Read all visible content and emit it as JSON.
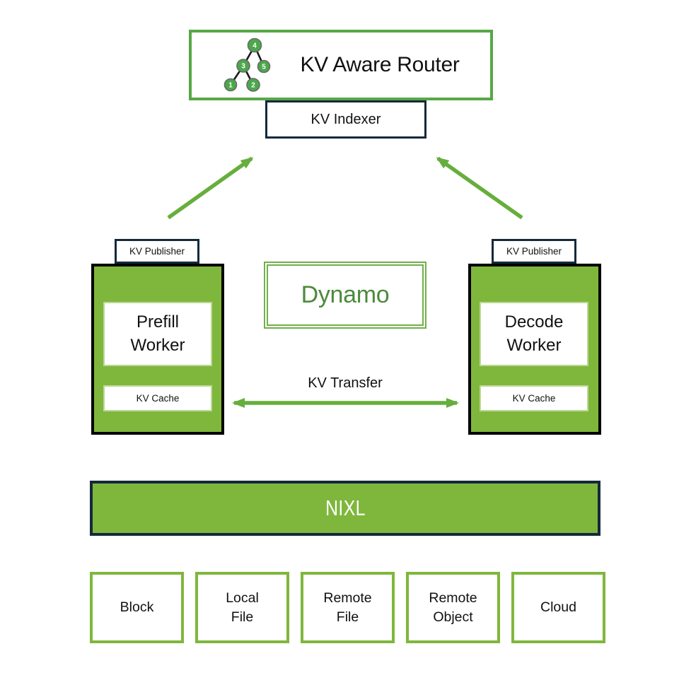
{
  "colors": {
    "fill_green": "#7FB73C",
    "router_border_green": "#56A846",
    "storage_border_green": "#7FB73C",
    "dynamo_border_green": "#72AF4C",
    "dynamo_text_green": "#4C8A3C",
    "arrow_green": "#66AE3D",
    "dark_navy_border": "#14293A",
    "worker_border_black": "#000000",
    "tree_node_green": "#4BA84B",
    "nixl_text": "#FFFFFF"
  },
  "router": {
    "label": "KV Aware Router",
    "icon": "binary-tree-icon",
    "tree_nodes": [
      "4",
      "3",
      "5",
      "1",
      "2"
    ]
  },
  "indexer": {
    "label": "KV Indexer"
  },
  "prefill": {
    "publisher_label": "KV Publisher",
    "worker_label": "Prefill\nWorker",
    "cache_label": "KV Cache"
  },
  "decode": {
    "publisher_label": "KV Publisher",
    "worker_label": "Decode\nWorker",
    "cache_label": "KV Cache"
  },
  "dynamo": {
    "label": "Dynamo"
  },
  "transfer": {
    "label": "KV Transfer"
  },
  "nixl": {
    "label": "NIXL"
  },
  "storage": {
    "items": [
      {
        "label": "Block"
      },
      {
        "label": "Local\nFile"
      },
      {
        "label": "Remote\nFile"
      },
      {
        "label": "Remote\nObject"
      },
      {
        "label": "Cloud"
      }
    ]
  }
}
